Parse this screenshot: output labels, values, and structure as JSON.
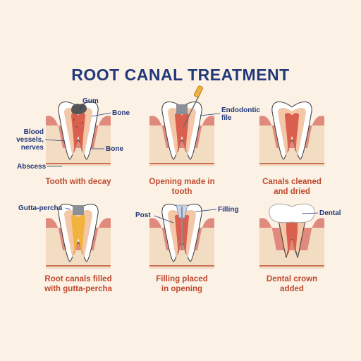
{
  "title": "ROOT CANAL TREATMENT",
  "steps": [
    {
      "caption_lines": [
        "Tooth with decay",
        ""
      ]
    },
    {
      "caption_lines": [
        "Opening made in",
        "tooth"
      ]
    },
    {
      "caption_lines": [
        "Canals cleaned",
        "and dried"
      ]
    },
    {
      "caption_lines": [
        "Root canals filled",
        "with gutta-percha"
      ]
    },
    {
      "caption_lines": [
        "Filling placed",
        "in opening"
      ]
    },
    {
      "caption_lines": [
        "Dental crown",
        "added"
      ]
    }
  ],
  "labels": {
    "gum": "Gum",
    "bone_top": "Bone",
    "bone_side": "Bone",
    "blood": [
      "Blood",
      "vessels,",
      "nerves"
    ],
    "abscess": "Abscess",
    "endo": [
      "Endodontic",
      "file"
    ],
    "gutta": "Gutta-percha",
    "post": "Post",
    "filling": "Filling",
    "dental": "Dental"
  },
  "colors": {
    "title": "#22387a",
    "caption": "#c0492f",
    "gum": "#e08a7d",
    "pulp": "#d95f4e",
    "bone": "#f2dcc2",
    "gutta": "#f2b33d"
  }
}
